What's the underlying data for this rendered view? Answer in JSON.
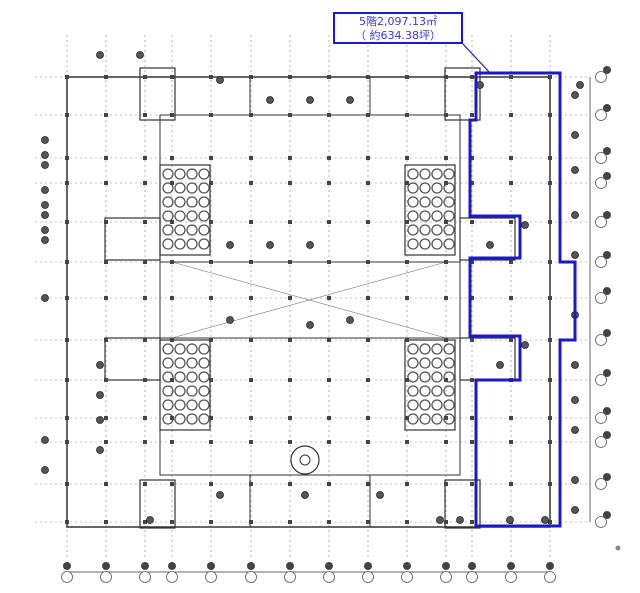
{
  "area_label": {
    "line1": "5階2,097.13㎡",
    "line2": "（ 約634.38坪）"
  },
  "colors": {
    "highlight": "#1a1acc",
    "walls": "#333333",
    "grid": "#888888",
    "fixtures": "#555555"
  },
  "icons": [
    "grid-axis-bubble",
    "sprinkler-symbol",
    "spiral-stair"
  ]
}
